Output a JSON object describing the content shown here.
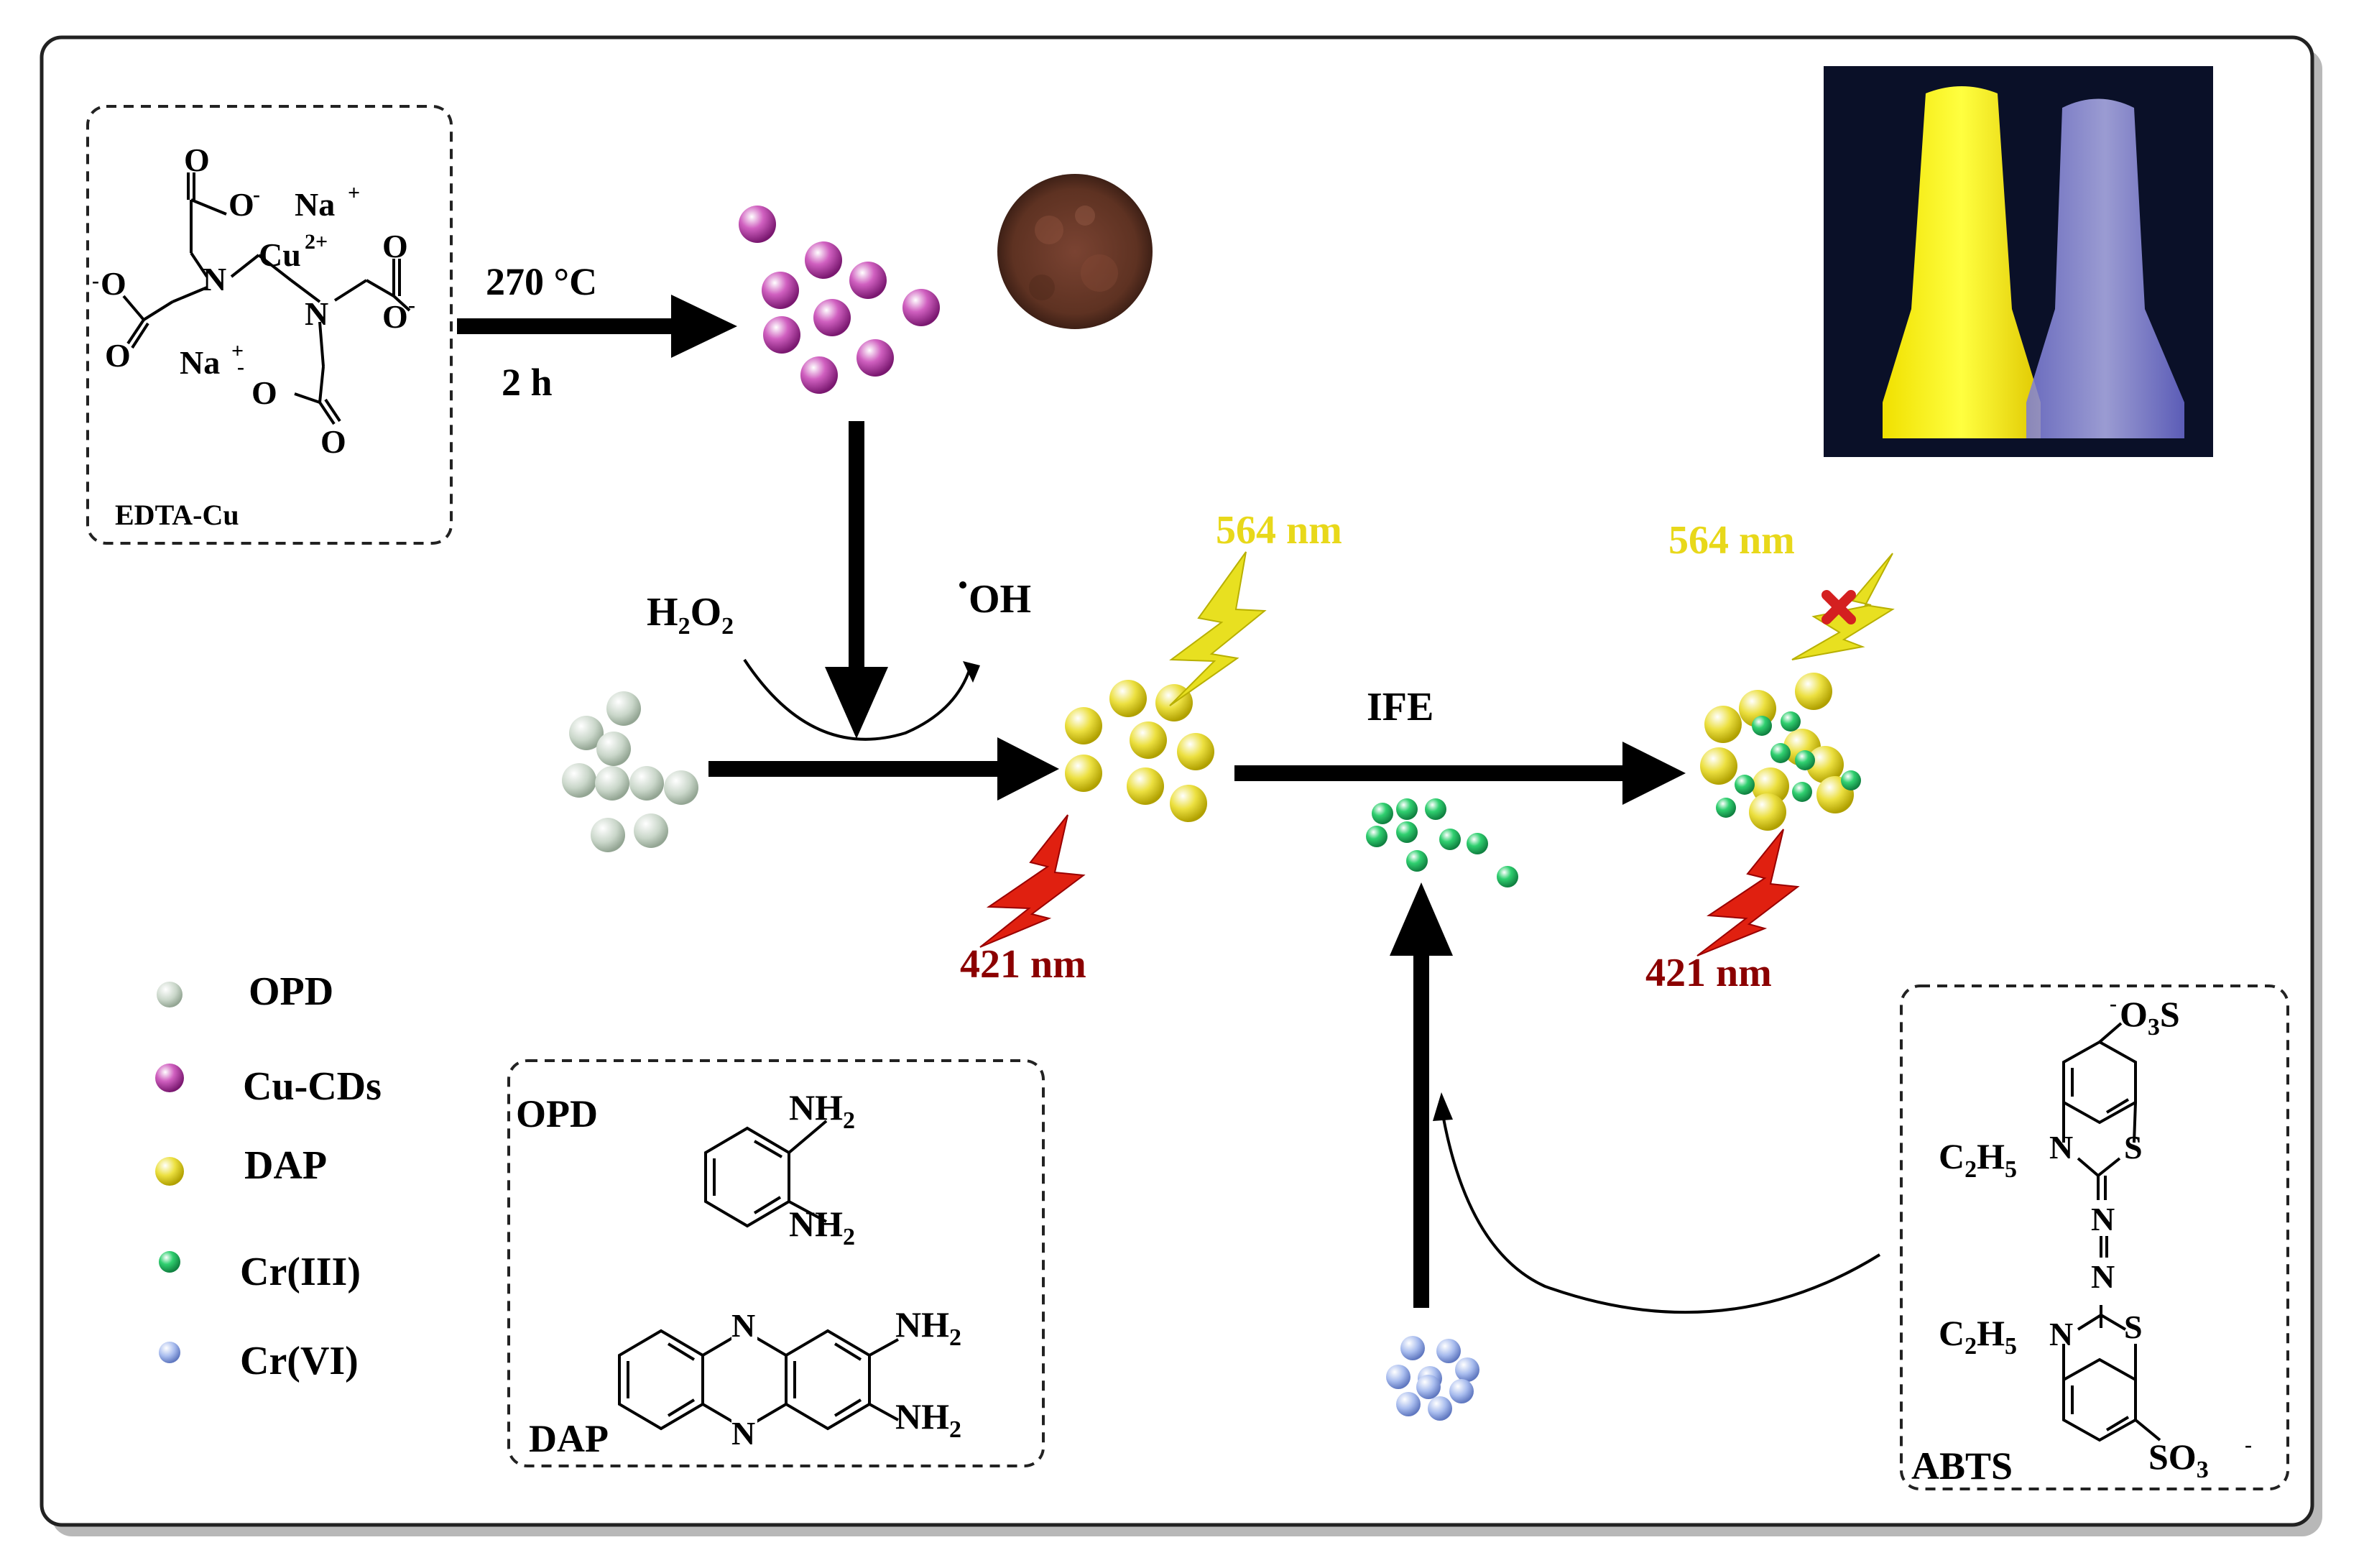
{
  "edta": {
    "box_label": "EDTA-Cu",
    "o_top": "O",
    "o_minus_na": "O",
    "na_top": "Na",
    "cu": "Cu",
    "cu_charge": "2+",
    "o_right_top": "O",
    "o_right_minus": "O",
    "n_left": "N",
    "n_right": "N",
    "o_left_minus": "O",
    "o_left_bottom": "O",
    "na_bottom": "Na",
    "o_bottom_minus": "O",
    "o_bottom": "O"
  },
  "synthesis": {
    "temperature": "270 °C",
    "time": "2 h"
  },
  "reaction": {
    "h2o2": "H2O2",
    "oh_radical": "OH"
  },
  "wavelengths": {
    "emission_1": "564 nm",
    "excitation_1": "421 nm",
    "emission_2": "564 nm",
    "excitation_2": "421 nm"
  },
  "ife_label": "IFE",
  "legend": [
    {
      "label": "OPD",
      "color": "#c9d6c9"
    },
    {
      "label": "Cu-CDs",
      "color": "#b0309a"
    },
    {
      "label": "DAP",
      "color": "#e0d020"
    },
    {
      "label": "Cr(III)",
      "color": "#20c060"
    },
    {
      "label": "Cr(VI)",
      "color": "#8fa6e0"
    }
  ],
  "structures": {
    "opd_label": "OPD",
    "opd_nh2_a": "NH2",
    "opd_nh2_b": "NH2",
    "dap_label": "DAP",
    "dap_n_top": "N",
    "dap_n_bottom": "N",
    "dap_nh2_a": "NH2",
    "dap_nh2_b": "NH2"
  },
  "abts": {
    "label": "ABTS",
    "o3s_top": "O3S",
    "c2h5_top": "C2H5",
    "n_top": "N",
    "s_top": "S",
    "n_mid_1": "N",
    "n_mid_2": "N",
    "c2h5_bottom": "C2H5",
    "n_bottom": "N",
    "s_bottom": "S",
    "so3_bottom": "SO3"
  },
  "colors": {
    "frame": "#222222",
    "arrow": "#000000",
    "emission_text": "#e8d81a",
    "excitation_text": "#8b0000",
    "opd": "#c9d6c9",
    "cu_cds": "#b0309a",
    "dap": "#e0d020",
    "cr3": "#20c060",
    "cr6": "#8fa6e0",
    "powder": "#6b3b2a"
  }
}
